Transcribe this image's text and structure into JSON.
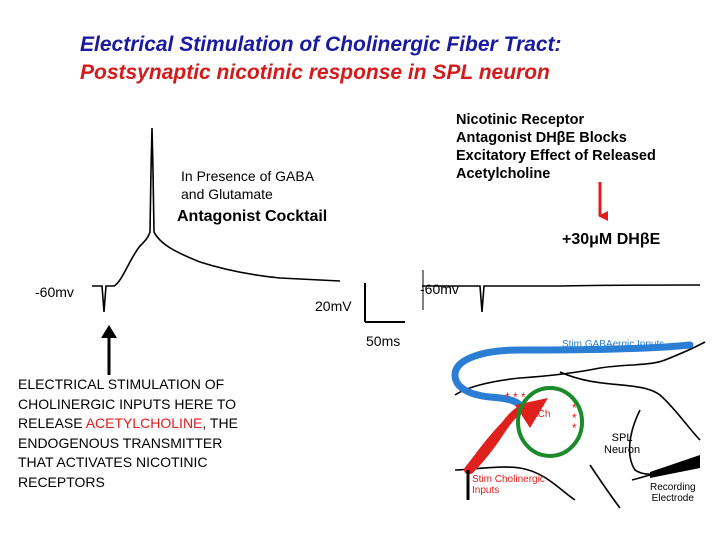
{
  "title_line1": "Electrical Stimulation of Cholinergic Fiber Tract:",
  "title_line2": "Postsynaptic nicotinic response in SPL neuron",
  "left_trace": {
    "presence_line1": "In Presence of GABA",
    "presence_line2": "and Glutamate",
    "cocktail": "Antagonist Cocktail",
    "voltage": "-60mv"
  },
  "scale_bar": {
    "y_label": "20mV",
    "x_label": "50ms"
  },
  "stim_text": {
    "line1": "ELECTRICAL STIMULATION OF",
    "line2": "CHOLINERGIC INPUTS HERE TO",
    "line3_pre": "RELEASE ",
    "line3_red": "ACETYLCHOLINE",
    "line3_post": ", THE",
    "line4": "ENDOGENOUS TRANSMITTER",
    "line5": "THAT ACTIVATES NICOTINIC",
    "line6": "RECEPTORS"
  },
  "right_trace": {
    "note_line1": "Nicotinic Receptor",
    "note_line2": "Antagonist DHβE Blocks",
    "note_line3": "Excitatory Effect of Released",
    "note_line4": "Acetylcholine",
    "drug": "+30μM DHβE",
    "voltage": "-60mv"
  },
  "diagram": {
    "gaba_label": "Stim GABAergic Inputs",
    "ach_label": "ACh",
    "neuron_line1": "SPL",
    "neuron_line2": "Neuron",
    "chol_line1": "Stim Cholinergic",
    "chol_line2": "Inputs",
    "rec_line1": "Recording",
    "rec_line2": "Electrode",
    "colors": {
      "gaba": "#2a7fd4",
      "cholinergic": "#e0201c",
      "receptor_ring": "#1a8a2a"
    }
  }
}
